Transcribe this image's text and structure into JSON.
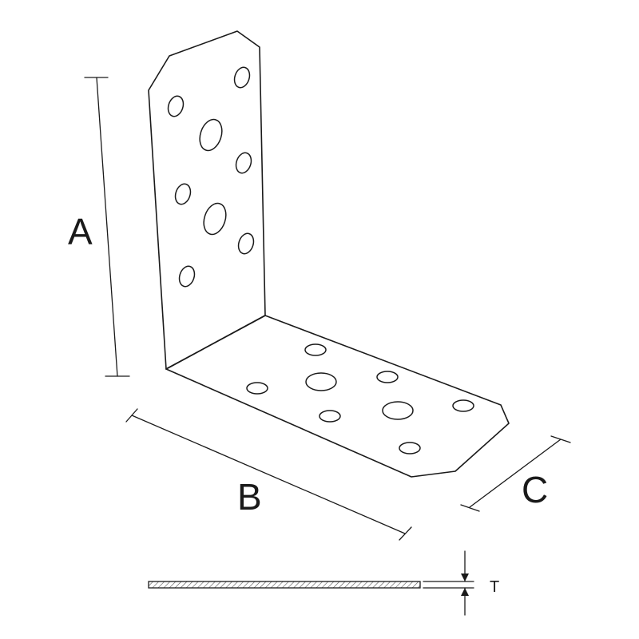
{
  "title": "",
  "dimensions": {
    "a": "A",
    "b": "B",
    "c": "C",
    "t": "T"
  },
  "colors": {
    "line": "#1a1a1a",
    "fill": "#ffffff",
    "hatch": "#555555"
  }
}
